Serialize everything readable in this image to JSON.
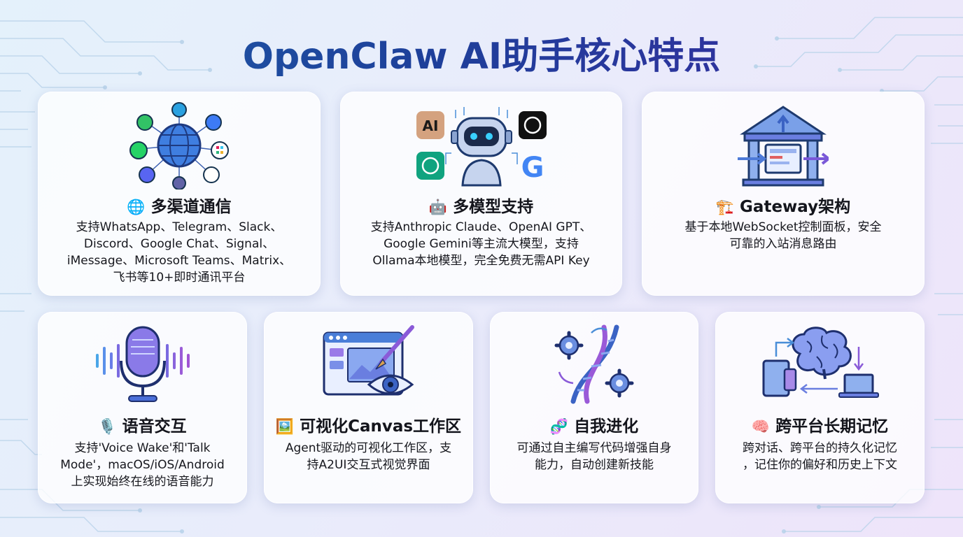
{
  "title": "OpenClaw AI助手核心特点",
  "cards": [
    {
      "icon_name": "globe-network-icon",
      "emoji": "🌐",
      "title": "多渠道通信",
      "desc": [
        "支持WhatsApp、Telegram、Slack、",
        "Discord、Google Chat、Signal、",
        "iMessage、Microsoft Teams、Matrix、",
        "飞书等10+即时通讯平台"
      ]
    },
    {
      "icon_name": "robot-models-icon",
      "emoji": "🤖",
      "title": "多模型支持",
      "desc": [
        "支持Anthropic Claude、OpenAI GPT、",
        "Google Gemini等主流大模型，支持",
        "Ollama本地模型，完全免费无需API Key"
      ]
    },
    {
      "icon_name": "gateway-building-icon",
      "emoji": "🏗️",
      "title": "Gateway架构",
      "desc": [
        "基于本地WebSocket控制面板，安全",
        "可靠的入站消息路由"
      ]
    },
    {
      "icon_name": "microphone-icon",
      "emoji": "🎙️",
      "title": "语音交互",
      "desc": [
        "支持'Voice Wake'和'Talk",
        "Mode'，macOS/iOS/Android",
        "上实现始终在线的语音能力"
      ]
    },
    {
      "icon_name": "canvas-eye-icon",
      "emoji": "🖼️",
      "title": "可视化Canvas工作区",
      "desc": [
        "Agent驱动的可视化工作区，支",
        "持A2UI交互式视觉界面"
      ]
    },
    {
      "icon_name": "dna-gears-icon",
      "emoji": "🧬",
      "title": "自我进化",
      "desc": [
        "可通过自主编写代码增强自身",
        "能力，自动创建新技能"
      ]
    },
    {
      "icon_name": "brain-devices-icon",
      "emoji": "🧠",
      "title": "跨平台长期记忆",
      "desc": [
        "跨对话、跨平台的持久化记忆",
        "，记住你的偏好和历史上下文"
      ]
    }
  ],
  "logos": {
    "anthropic": "AI",
    "google": "G"
  }
}
